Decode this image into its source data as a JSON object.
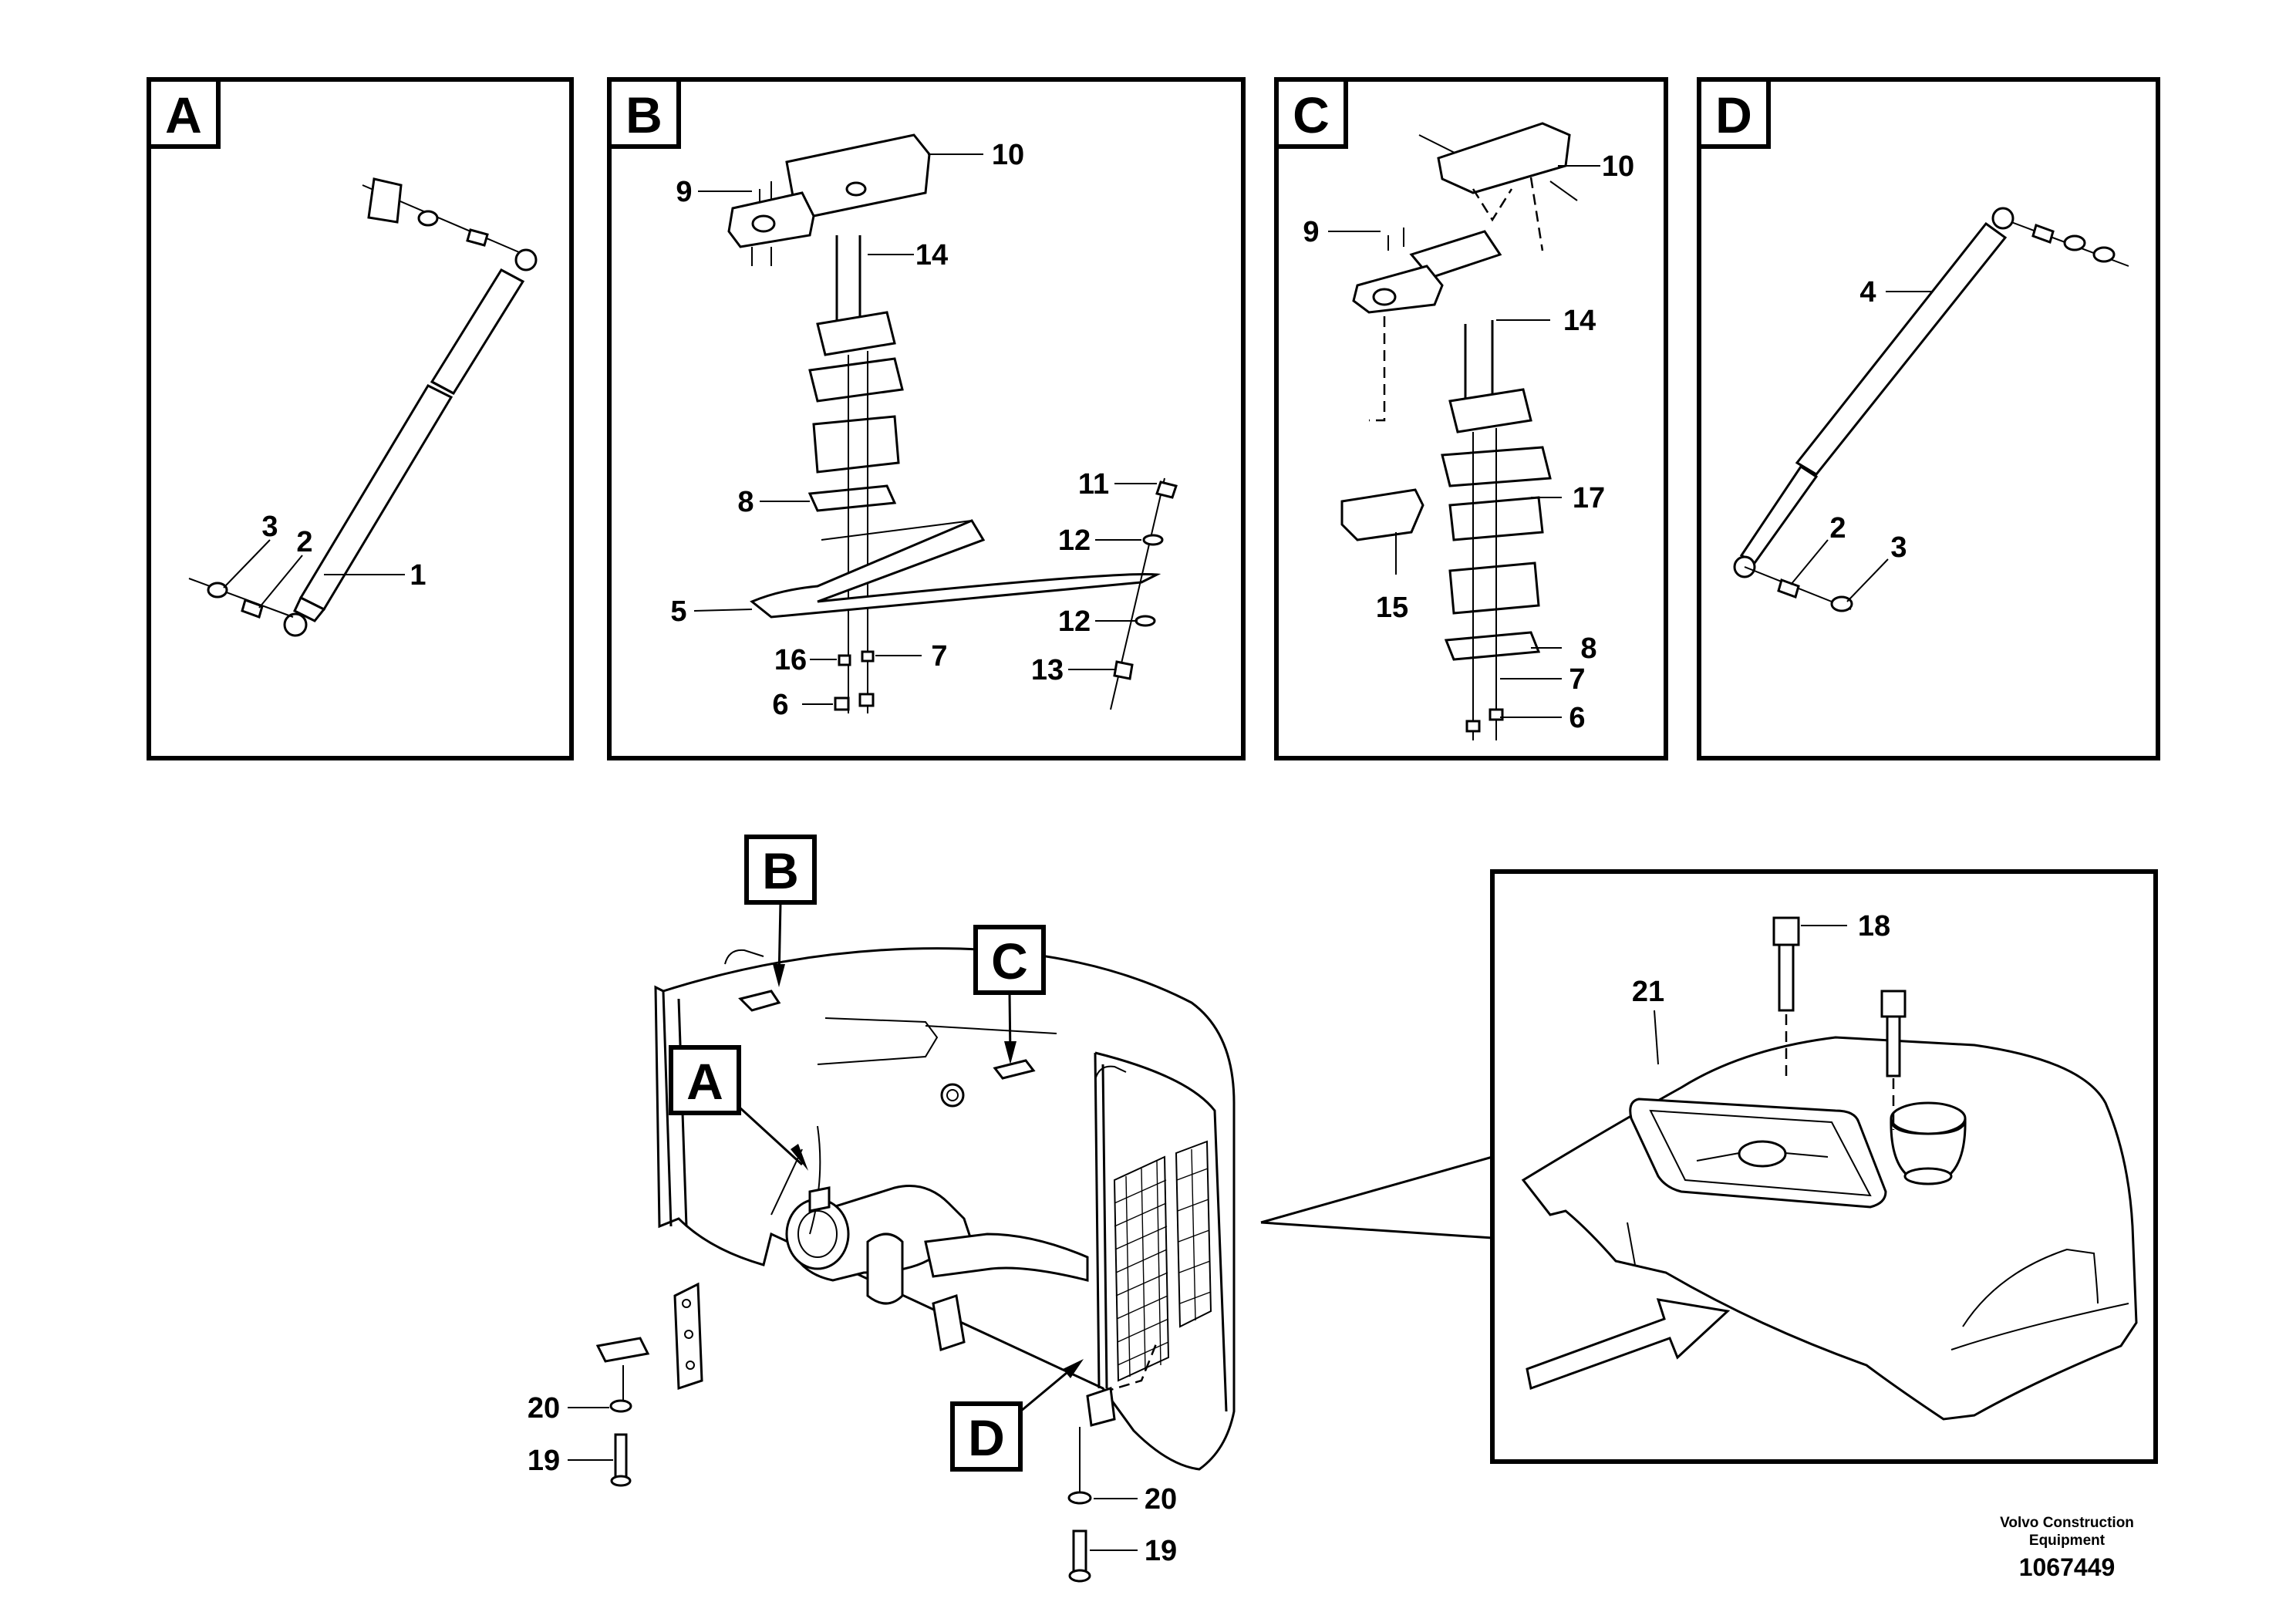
{
  "panels": {
    "A": {
      "letter": "A",
      "labels": [
        "3",
        "2",
        "1"
      ]
    },
    "B": {
      "letter": "B",
      "labels": [
        "10",
        "9",
        "14",
        "8",
        "5",
        "16",
        "6",
        "7",
        "11",
        "12",
        "12",
        "13"
      ]
    },
    "C": {
      "letter": "C",
      "labels": [
        "10",
        "9",
        "14",
        "17",
        "15",
        "8",
        "7",
        "6"
      ]
    },
    "D": {
      "letter": "D",
      "labels": [
        "4",
        "2",
        "3"
      ]
    }
  },
  "main_view": {
    "callouts": [
      "B",
      "C",
      "A",
      "D"
    ],
    "labels": [
      "20",
      "19",
      "20",
      "19"
    ]
  },
  "detail_view": {
    "labels": [
      "18",
      "21"
    ]
  },
  "footer": {
    "company_line1": "Volvo Construction",
    "company_line2": "Equipment",
    "doc_number": "1067449"
  }
}
